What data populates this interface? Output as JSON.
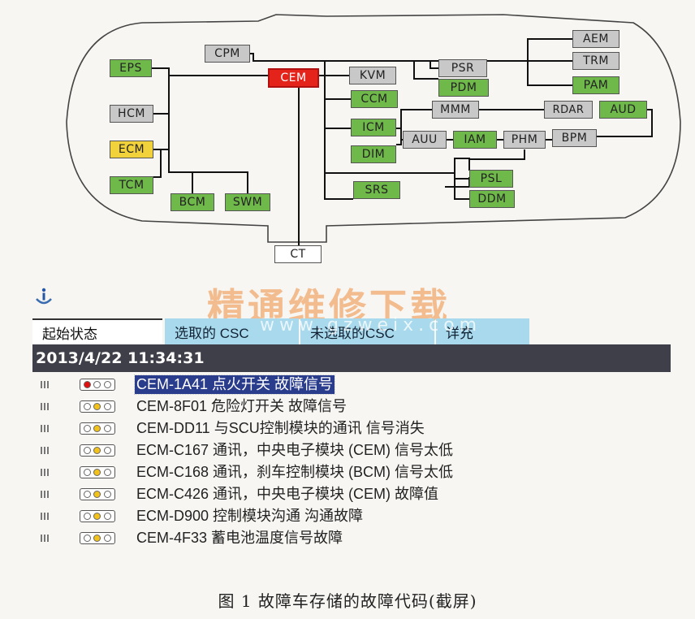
{
  "diagram": {
    "modules": [
      {
        "id": "cpm",
        "label": "CPM",
        "color": "gray"
      },
      {
        "id": "cem",
        "label": "CEM",
        "color": "red"
      },
      {
        "id": "kvm",
        "label": "KVM",
        "color": "gray"
      },
      {
        "id": "psr",
        "label": "PSR",
        "color": "gray"
      },
      {
        "id": "pdm",
        "label": "PDM",
        "color": "green"
      },
      {
        "id": "aem",
        "label": "AEM",
        "color": "gray"
      },
      {
        "id": "trm",
        "label": "TRM",
        "color": "gray"
      },
      {
        "id": "pam",
        "label": "PAM",
        "color": "green"
      },
      {
        "id": "eps",
        "label": "EPS",
        "color": "green"
      },
      {
        "id": "hcm",
        "label": "HCM",
        "color": "gray"
      },
      {
        "id": "ecm",
        "label": "ECM",
        "color": "yellow"
      },
      {
        "id": "tcm",
        "label": "TCM",
        "color": "green"
      },
      {
        "id": "bcm",
        "label": "BCM",
        "color": "green"
      },
      {
        "id": "swm",
        "label": "SWM",
        "color": "green"
      },
      {
        "id": "ccm",
        "label": "CCM",
        "color": "green"
      },
      {
        "id": "icm",
        "label": "ICM",
        "color": "green"
      },
      {
        "id": "dim",
        "label": "DIM",
        "color": "green"
      },
      {
        "id": "mmm",
        "label": "MMM",
        "color": "gray"
      },
      {
        "id": "rdar",
        "label": "RDAR",
        "color": "gray"
      },
      {
        "id": "aud",
        "label": "AUD",
        "color": "green"
      },
      {
        "id": "auu",
        "label": "AUU",
        "color": "gray"
      },
      {
        "id": "iam",
        "label": "IAM",
        "color": "green"
      },
      {
        "id": "phm",
        "label": "PHM",
        "color": "gray"
      },
      {
        "id": "bpm",
        "label": "BPM",
        "color": "gray"
      },
      {
        "id": "srs",
        "label": "SRS",
        "color": "green"
      },
      {
        "id": "psl",
        "label": "PSL",
        "color": "green"
      },
      {
        "id": "ddm",
        "label": "DDM",
        "color": "green"
      },
      {
        "id": "ct",
        "label": "CT",
        "color": "white"
      }
    ]
  },
  "watermark": {
    "title": "精通维修下载",
    "url": "www.gzweix.com"
  },
  "tabs": [
    {
      "label": "起始状态"
    },
    {
      "label": "选取的 CSC"
    },
    {
      "label": "未选取的CSC"
    },
    {
      "label": "详充"
    }
  ],
  "timestamp": "2013/4/22 11:34:31",
  "faults": [
    {
      "code": "CEM-1A41",
      "desc": "点火开关 故障信号",
      "selected": true,
      "lights": [
        "red",
        "white",
        "white"
      ]
    },
    {
      "code": "CEM-8F01",
      "desc": "危险灯开关 故障信号",
      "selected": false,
      "lights": [
        "white",
        "yellow",
        "white"
      ]
    },
    {
      "code": "CEM-DD11",
      "desc": "与SCU控制模块的通讯 信号消失",
      "selected": false,
      "lights": [
        "white",
        "yellow",
        "white"
      ]
    },
    {
      "code": "ECM-C167",
      "desc": "通讯，中央电子模块 (CEM) 信号太低",
      "selected": false,
      "lights": [
        "white",
        "yellow",
        "white"
      ]
    },
    {
      "code": "ECM-C168",
      "desc": "通讯，刹车控制模块 (BCM) 信号太低",
      "selected": false,
      "lights": [
        "white",
        "yellow",
        "white"
      ]
    },
    {
      "code": "ECM-C426",
      "desc": "通讯，中央电子模块 (CEM) 故障值",
      "selected": false,
      "lights": [
        "white",
        "yellow",
        "white"
      ]
    },
    {
      "code": "ECM-D900",
      "desc": "控制模块沟通 沟通故障",
      "selected": false,
      "lights": [
        "white",
        "yellow",
        "white"
      ]
    },
    {
      "code": "CEM-4F33",
      "desc": "蓄电池温度信号故障",
      "selected": false,
      "lights": [
        "white",
        "yellow",
        "white"
      ]
    }
  ],
  "caption": "图 1   故障车存储的故障代码(截屏)",
  "colors": {
    "green": "#6fb84a",
    "gray": "#c8c8c8",
    "yellow": "#f2d23b",
    "red": "#e4231b",
    "white": "#ffffff",
    "light_red": "#e01010",
    "light_yellow": "#f2c21b",
    "selection": "#2a3c8c",
    "tab_active": "#ffffff",
    "tab_inactive": "#a9d9ec"
  },
  "icons": {
    "info": "info-icon",
    "drag_handle": "drag-handle-icon",
    "traffic_light": "status-lights-icon"
  }
}
